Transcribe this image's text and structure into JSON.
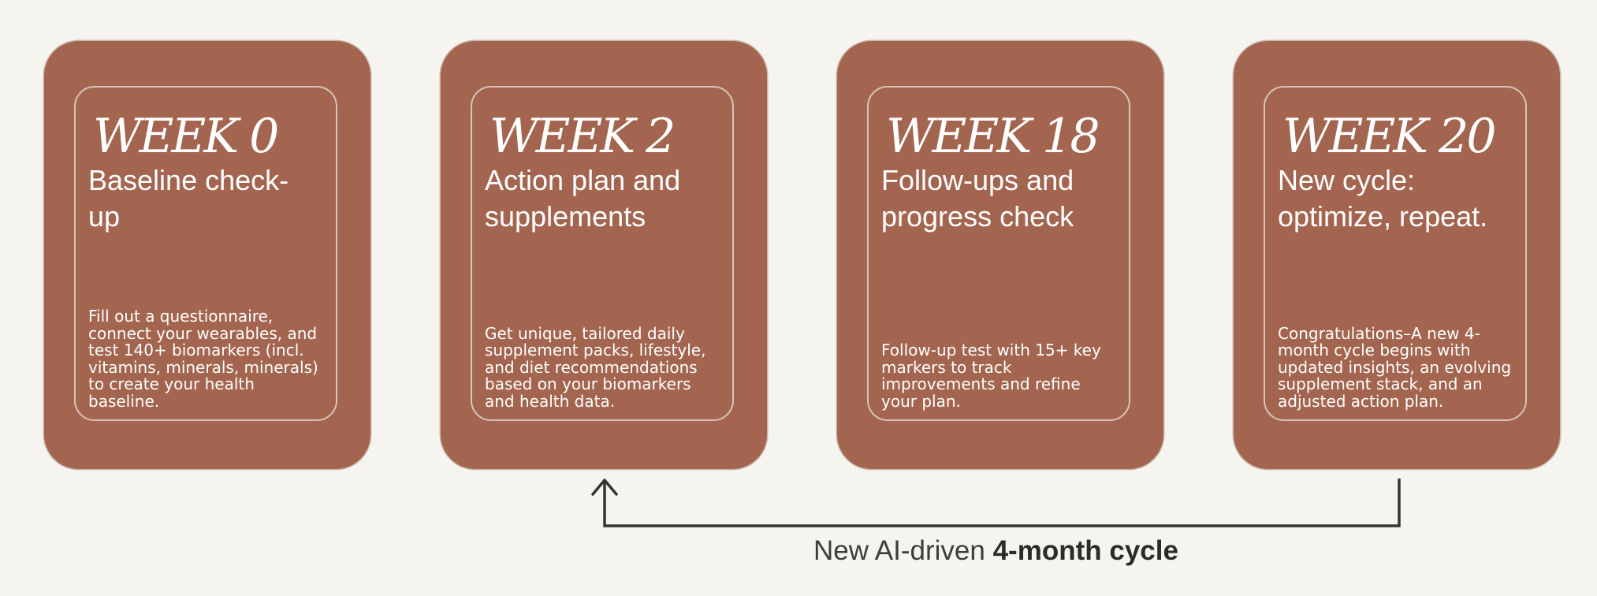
{
  "steps": [
    {
      "week": "WEEK 0",
      "subtitle": "Baseline check-up",
      "description": "Fill out a questionnaire, connect your wearables, and test 140+ biomarkers (incl. vitamins, minerals, minerals) to create your health baseline."
    },
    {
      "week": "WEEK 2",
      "subtitle": "Action plan and supplements",
      "description": "Get unique, tailored daily supplement packs, lifestyle, and diet recommendations based on your biomarkers and health data."
    },
    {
      "week": "WEEK 18",
      "subtitle": "Follow-ups and progress check",
      "description": "Follow-up test with 15+ key markers to track improvements and refine your plan."
    },
    {
      "week": "WEEK 20",
      "subtitle": "New cycle: optimize, repeat.",
      "description": "Congratulations–A new 4-month cycle begins with updated insights, an evolving supplement stack, and an adjusted action plan."
    }
  ],
  "cycle": {
    "label_prefix": "New AI-driven ",
    "label_emphasis": "4-month cycle"
  },
  "colors": {
    "background": "#f6f4ef",
    "card": "#a3654f",
    "card_inner_border": "#d9c3bb",
    "arrow": "#333333",
    "text_light": "#ffffff",
    "text_dark": "#3d3d3d"
  }
}
